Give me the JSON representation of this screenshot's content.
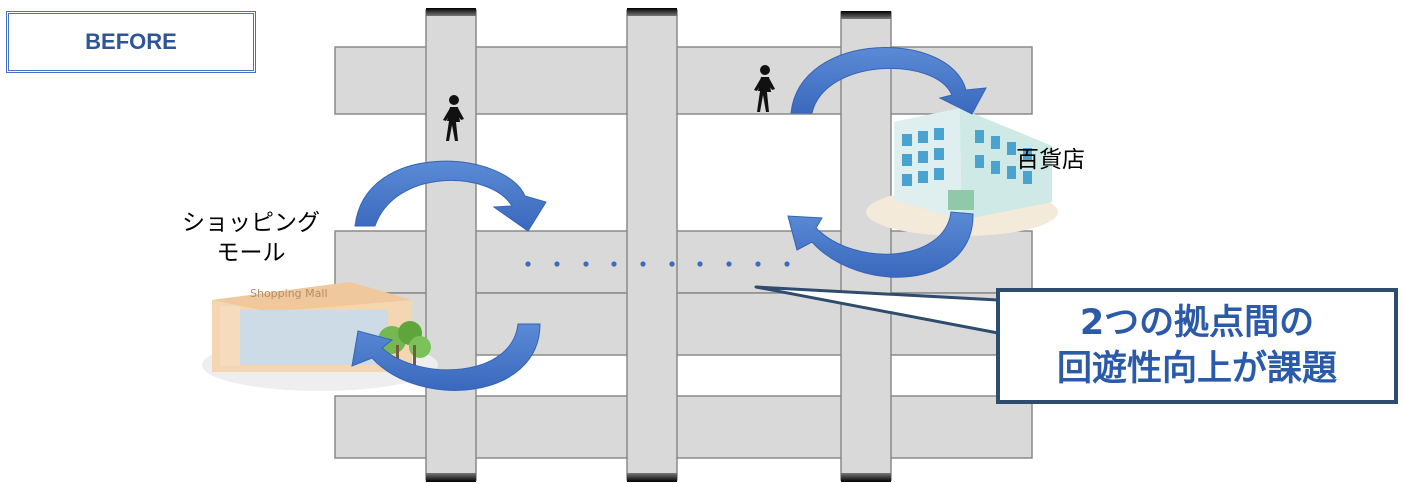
{
  "badge": {
    "label": "BEFORE"
  },
  "places": {
    "mall": {
      "line1": "ショッピング",
      "line2": "モール",
      "sign": "Shopping Mall"
    },
    "department_store": {
      "label": "百貨店"
    }
  },
  "callout": {
    "line1": "2つの拠点間の",
    "line2": "回遊性向上が課題"
  },
  "colors": {
    "road": "#d9d9d9",
    "road_border": "#888888",
    "arrow": "#4472c4",
    "callout_border": "#2e4c6d",
    "callout_text": "#2b5aa8",
    "badge_border": "#4472c4",
    "badge_text": "#2f5597"
  },
  "icons": [
    "pedestrian-icon",
    "department-store-building",
    "shopping-mall-building",
    "cycle-arrow"
  ]
}
